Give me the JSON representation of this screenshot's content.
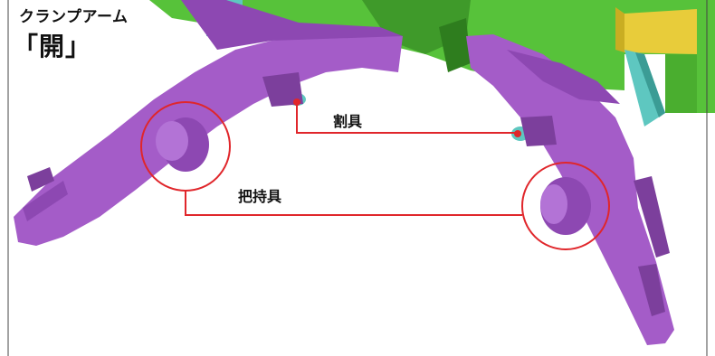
{
  "title": {
    "line1": "クランプアーム",
    "line2": "「開」"
  },
  "callouts": {
    "cutter": "割具",
    "gripper": "把持具"
  },
  "colors": {
    "arm": "#a45cc8",
    "arm_dark": "#7c3f9c",
    "frame_green": "#57c23a",
    "frame_green_dark": "#3f9a2a",
    "accent_yellow": "#e8cc3a",
    "cylinder_teal": "#5ec7c0",
    "callout_red": "#e0262b",
    "border": "#444444"
  }
}
